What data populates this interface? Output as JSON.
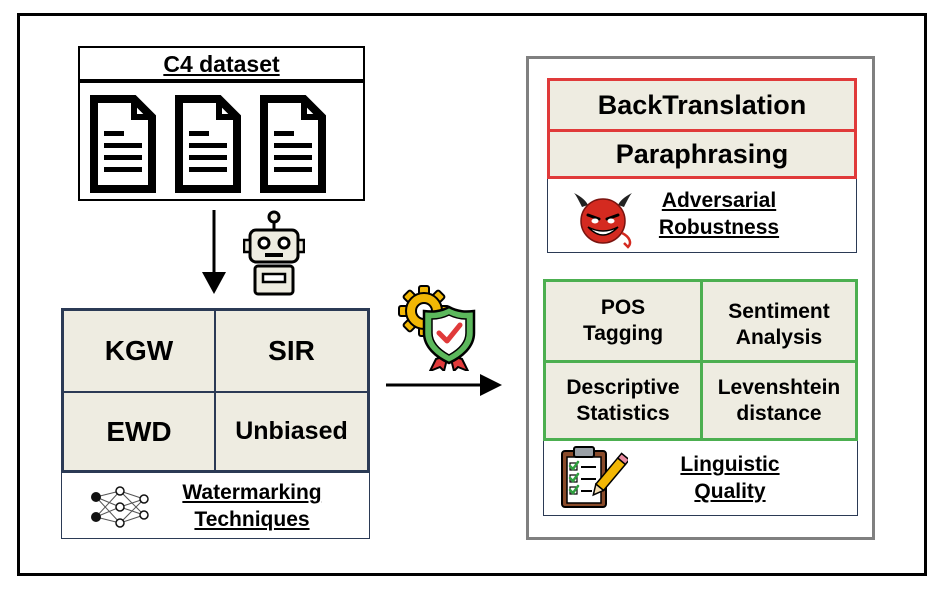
{
  "dataset": {
    "title": "C4 dataset",
    "icon": "document-icon",
    "count": 3
  },
  "generator": {
    "icon": "robot-icon"
  },
  "watermarking": {
    "cells": [
      "KGW",
      "SIR",
      "EWD",
      "Unbiased"
    ],
    "label_line1": "Watermarking",
    "label_line2": "Techniques",
    "icon": "neural-network-icon"
  },
  "evaluation": {
    "icon": "gears-shield-icon"
  },
  "adversarial": {
    "attacks": [
      "BackTranslation",
      "Paraphrasing"
    ],
    "label_line1": "Adversarial",
    "label_line2": "Robustness",
    "icon": "devil-icon",
    "color": "#e03a3a"
  },
  "linguistic": {
    "metrics": [
      {
        "line1": "POS",
        "line2": "Tagging"
      },
      {
        "line1": "Sentiment",
        "line2": "Analysis"
      },
      {
        "line1": "Descriptive",
        "line2": "Statistics"
      },
      {
        "line1": "Levenshtein",
        "line2": "distance"
      }
    ],
    "label_line1": "Linguistic",
    "label_line2": "Quality",
    "icon": "clipboard-checklist-icon",
    "color": "#4caf50"
  }
}
